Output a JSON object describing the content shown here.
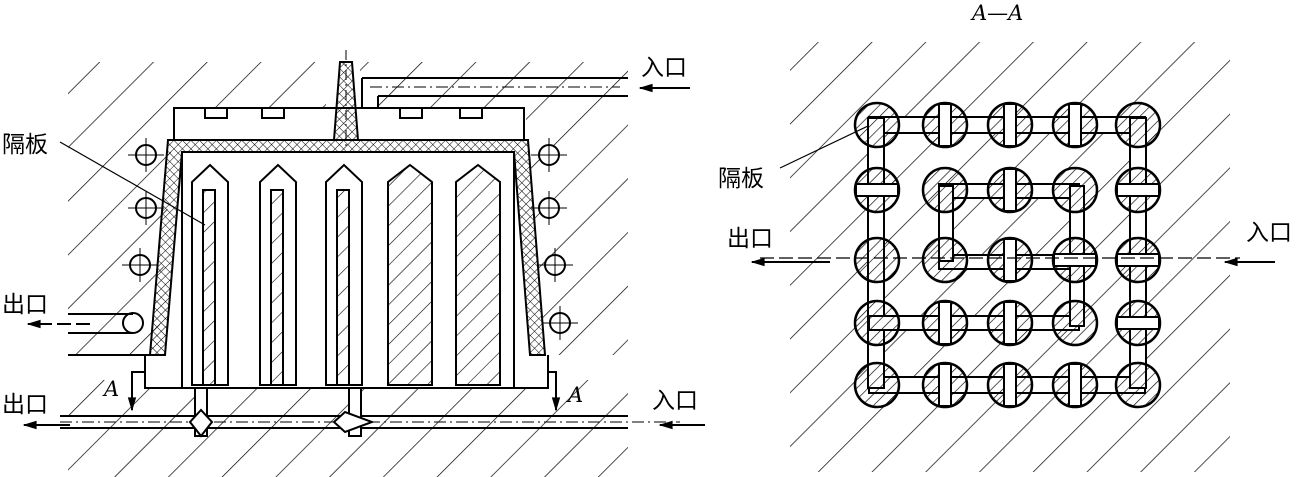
{
  "figure": {
    "left_view": {
      "partition_label": "隔板",
      "inlet_top": "入口",
      "outlet_left": "出口",
      "outlet_bottom": "出口",
      "inlet_bottom": "入口",
      "section_mark_left": "A",
      "section_mark_right": "A"
    },
    "right_view": {
      "section_title": "A—A",
      "partition_label": "隔板",
      "outlet": "出口",
      "inlet": "入口"
    }
  },
  "colors": {
    "ink": "#000000",
    "paper": "#ffffff"
  }
}
